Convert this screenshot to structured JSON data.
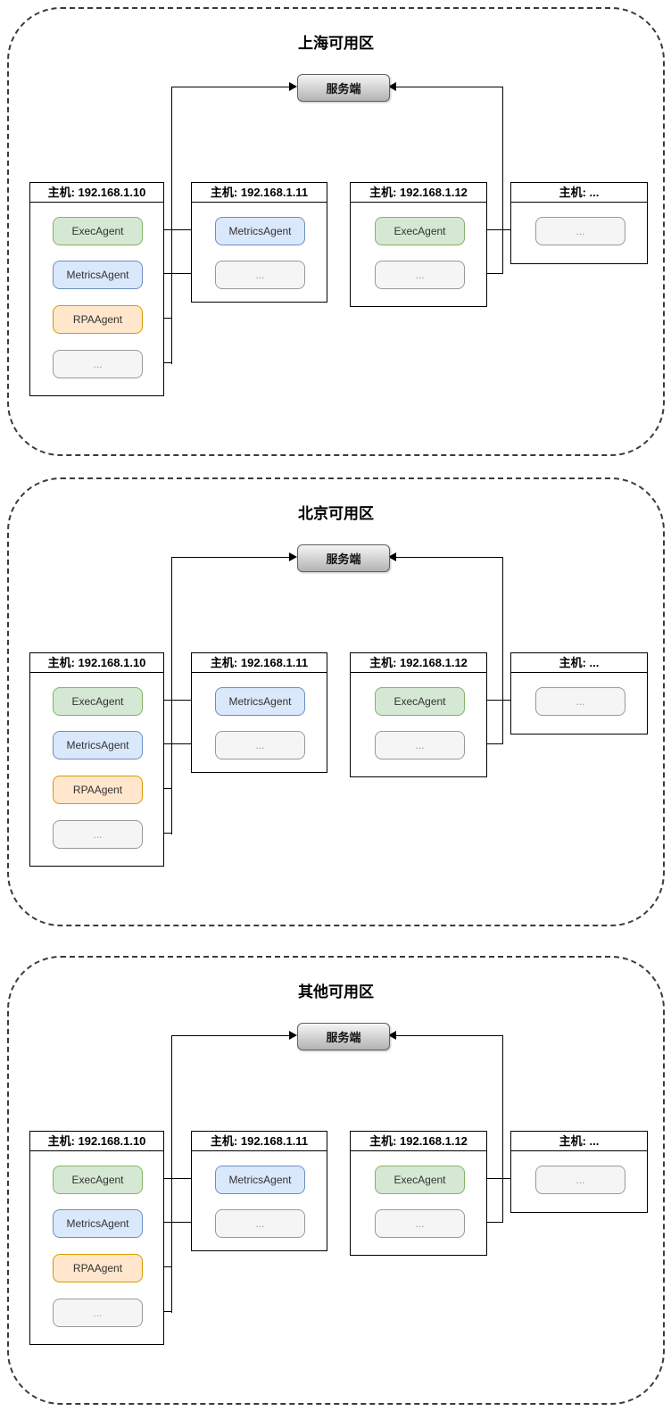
{
  "zones": [
    {
      "title": "上海可用区"
    },
    {
      "title": "北京可用区"
    },
    {
      "title": "其他可用区"
    }
  ],
  "server": {
    "label": "服务端"
  },
  "hosts": [
    {
      "header": "主机: 192.168.1.10",
      "agents": [
        {
          "label": "ExecAgent",
          "type": "exec"
        },
        {
          "label": "MetricsAgent",
          "type": "metrics"
        },
        {
          "label": "RPAAgent",
          "type": "rpa"
        },
        {
          "label": "...",
          "type": "other"
        }
      ]
    },
    {
      "header": "主机: 192.168.1.11",
      "agents": [
        {
          "label": "MetricsAgent",
          "type": "metrics"
        },
        {
          "label": "...",
          "type": "other"
        }
      ]
    },
    {
      "header": "主机: 192.168.1.12",
      "agents": [
        {
          "label": "ExecAgent",
          "type": "exec"
        },
        {
          "label": "...",
          "type": "other"
        }
      ]
    },
    {
      "header": "主机: ...",
      "agents": [
        {
          "label": "...",
          "type": "other"
        }
      ]
    }
  ],
  "agent_colors": {
    "exec": {
      "fill": "#d5e8d4",
      "border": "#82b366",
      "text": "#333333"
    },
    "metrics": {
      "fill": "#dae8fc",
      "border": "#6c8ebf",
      "text": "#333333"
    },
    "rpa": {
      "fill": "#ffe6cc",
      "border": "#d79b00",
      "text": "#333333"
    },
    "other": {
      "fill": "#f5f5f5",
      "border": "#999999",
      "text": "#999999"
    }
  },
  "server_colors": {
    "fill_top": "#f5f5f5",
    "fill_bottom": "#b3b3b3",
    "border": "#616161"
  },
  "line_color": "#000000"
}
